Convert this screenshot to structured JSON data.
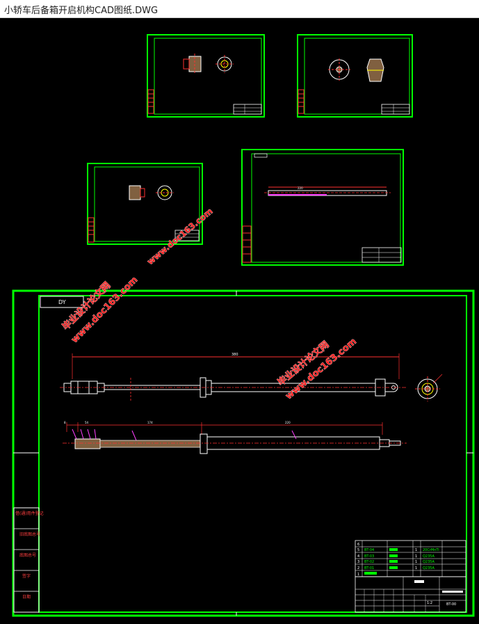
{
  "window": {
    "title": "小轿车后备箱开启机构CAD图纸.DWG"
  },
  "main_drawing": {
    "sheet_label": "DY",
    "length_dims": {
      "total": "380",
      "seg_a": "54",
      "seg_b": "174",
      "seg_c": "220",
      "small": "8"
    }
  },
  "side_labels": [
    "借(通)用件登记",
    "旧底图总号",
    "底图总号",
    "签字",
    "日期"
  ],
  "parts_list": [
    {
      "no": "6",
      "code": "",
      "name": "",
      "qty": "",
      "material": ""
    },
    {
      "no": "5",
      "code": "BT-04",
      "name": "",
      "qty": "1",
      "material": "20CrMnTi"
    },
    {
      "no": "4",
      "code": "BT-03",
      "name": "",
      "qty": "1",
      "material": "Q235A"
    },
    {
      "no": "3",
      "code": "BT-02",
      "name": "",
      "qty": "1",
      "material": "Q235A"
    },
    {
      "no": "2",
      "code": "BT-01",
      "name": "",
      "qty": "1",
      "material": "Q235A"
    },
    {
      "no": "1",
      "code": "",
      "name": "",
      "qty": "",
      "material": ""
    }
  ],
  "title_block": {
    "drawing_no": "BT-00",
    "scale": "1:2"
  },
  "watermarks": [
    {
      "line1": "毕业设计论文网",
      "line2": "www.doc163.com"
    },
    {
      "line1": "毕业设计论文网",
      "line2": "www.doc163.com"
    },
    {
      "line1": "www.doc163.com"
    }
  ]
}
